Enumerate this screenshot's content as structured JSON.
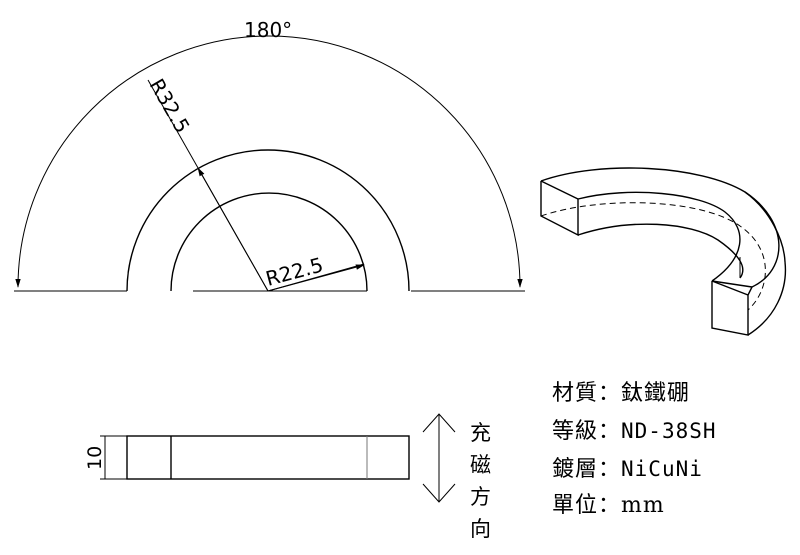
{
  "drawing": {
    "angle_label": "180°",
    "outer_radius_label": "R32.5",
    "inner_radius_label": "R22.5",
    "thickness_label": "10"
  },
  "magnetization": {
    "chars": [
      "充",
      "磁",
      "方",
      "向"
    ]
  },
  "specs": {
    "material": {
      "label": "材質：",
      "value": "鈦鐵硼"
    },
    "grade": {
      "label": "等級：",
      "value": "ND-38SH"
    },
    "plating": {
      "label": "鍍層：",
      "value": "NiCuNi"
    },
    "unit": {
      "label": "單位：",
      "value": "mm"
    }
  }
}
